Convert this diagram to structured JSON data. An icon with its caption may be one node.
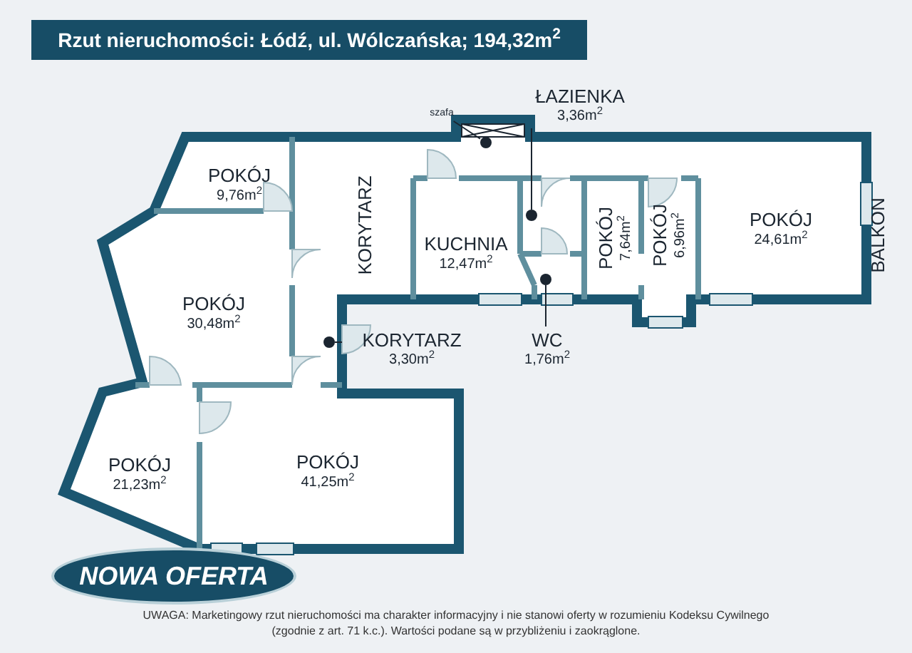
{
  "diagram": {
    "title": "Rzut nieruchomości: Łódź, ul. Wólczańska; 194,32m$^{2}$",
    "caption": "UWAGA: Marketingowy rzut nieruchomości ma charakter informacyjny i nie stanowi oferty w rozumieniu Kodeksu Cywilnego (zgodnie z art. 71 k.c.). Wartości podane są w przybliżeniu i zaokrąglone.",
    "nodes": [
      {
        "text": [
          "ŁAZIENKA",
          "3,36m$^{2}$"
        ]
      },
      {
        "text": [],
        "shape": "circle"
      },
      {
        "text": [
          "szafa"
        ]
      },
      {
        "text": [],
        "shape": "circle"
      },
      {
        "text": [
          "WC",
          "1,76m$^{2}$"
        ]
      },
      {
        "text": [],
        "shape": "circle"
      },
      {
        "text": [
          "KORYTARZ",
          "3,30m$^{2}$"
        ]
      },
      {
        "text": [],
        "shape": "circle"
      }
    ],
    "edges": [
      {
        "from": 0,
        "to": 1,
        "arrow": "none"
      },
      {
        "from": 2,
        "to": 3,
        "arrow": "none"
      },
      {
        "from": 4,
        "to": 5,
        "arrow": "none"
      },
      {
        "from": 6,
        "to": 7,
        "arrow": "none"
      }
    ],
    "labels": [
      "POKÓJ",
      "9,76m$^{2}$",
      "KORYTARZ",
      "KUCHNIA",
      "12,47m$^{2}$",
      "POKÓJ",
      "7,64m$^{2}$",
      "POKÓJ",
      "6,96m$^{2}$",
      "POKÓJ",
      "24,61m$^{2}$",
      "BALKON",
      "POKÓJ",
      "30,48m$^{2}$",
      "POKÓJ",
      "21,23m$^{2}$",
      "POKÓJ",
      "41,25m$^{2}$",
      "NOWA OFERTA"
    ]
  }
}
